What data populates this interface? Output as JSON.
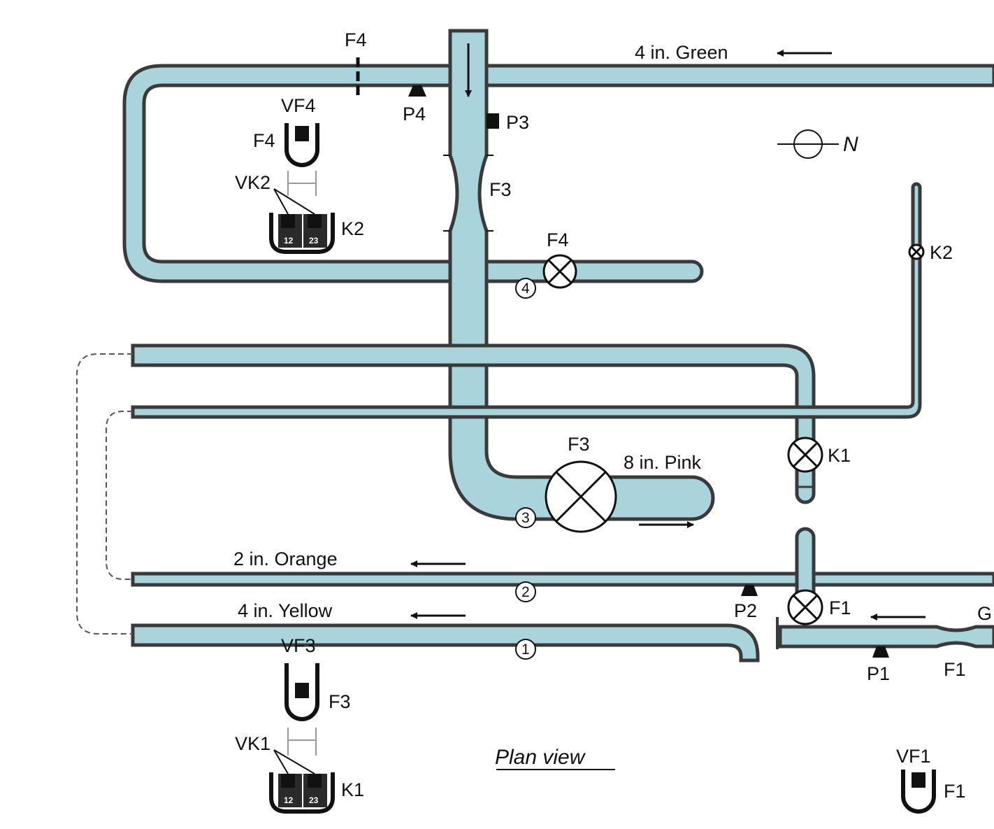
{
  "colors": {
    "pipe_fill": "#a9d4dc",
    "pipe_stroke": "#3a3a3a",
    "background": "#ffffff",
    "ink": "#111111"
  },
  "labels": {
    "top_flowmeter_f4": "F4",
    "green_pipe": "4 in. Green",
    "p4": "P4",
    "p3": "P3",
    "vf4": "VF4",
    "f4_manometer": "F4",
    "vk2": "VK2",
    "k2_manometer": "K2",
    "venturi_f3": "F3",
    "north": "N",
    "k2_valve": "K2",
    "f4_valve": "F4",
    "tap_4": "4",
    "k1_valve": "K1",
    "f3_valve": "F3",
    "pink_pipe": "8 in. Pink",
    "tap_3": "3",
    "orange_pipe": "2 in. Orange",
    "tap_2": "2",
    "p2": "P2",
    "f1_valve": "F1",
    "green_partial": "G",
    "yellow_pipe": "4 in. Yellow",
    "tap_1": "1",
    "p1": "P1",
    "f1_venturi": "F1",
    "vf3": "VF3",
    "f3_manometer": "F3",
    "vk1": "VK1",
    "k1_manometer": "K1",
    "plan_view": "Plan view",
    "vf1": "VF1",
    "f1_manometer": "F1",
    "gauge_12a": "12",
    "gauge_23a": "23",
    "gauge_12b": "12",
    "gauge_23b": "23"
  }
}
